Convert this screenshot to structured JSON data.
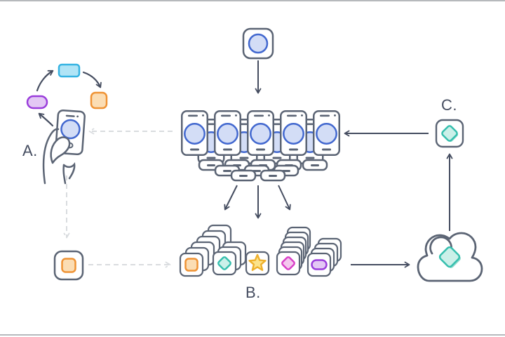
{
  "labels": {
    "a": "A.",
    "b": "B.",
    "c": "C."
  },
  "colors": {
    "ink": "#454d60",
    "slate": "#5b6474",
    "dash": "#d9dcdf",
    "frame": "#b6b9bc",
    "blue": "#4268cf",
    "blue_light": "#d3ddf6",
    "cyan": "#35b3e2",
    "cyan_light": "#b0e4f6",
    "orange": "#ef9335",
    "orange_light": "#fbddb4",
    "purple": "#9a3ddb",
    "purple_light": "#e3c8f4",
    "teal": "#36bfae",
    "teal_light": "#cbf0e9",
    "teal_shadow": "#93dbce",
    "yellow": "#eeb02c",
    "yellow_light": "#fbe38b",
    "magenta": "#d83fc7",
    "magenta_light": "#f4c7ee"
  },
  "glyphs": {
    "app_icon": "circle-blue",
    "phone_screens": "circle-blue",
    "cycle_chips": [
      "pill-purple",
      "rect-cyan",
      "square-orange"
    ],
    "card_stacks": [
      "square-orange",
      "diamond-teal",
      "star-yellow",
      "diamond-magenta",
      "pill-purple"
    ],
    "cloud": "diamond-teal",
    "c_icon": "diamond-teal",
    "small_icon": "square-orange"
  }
}
